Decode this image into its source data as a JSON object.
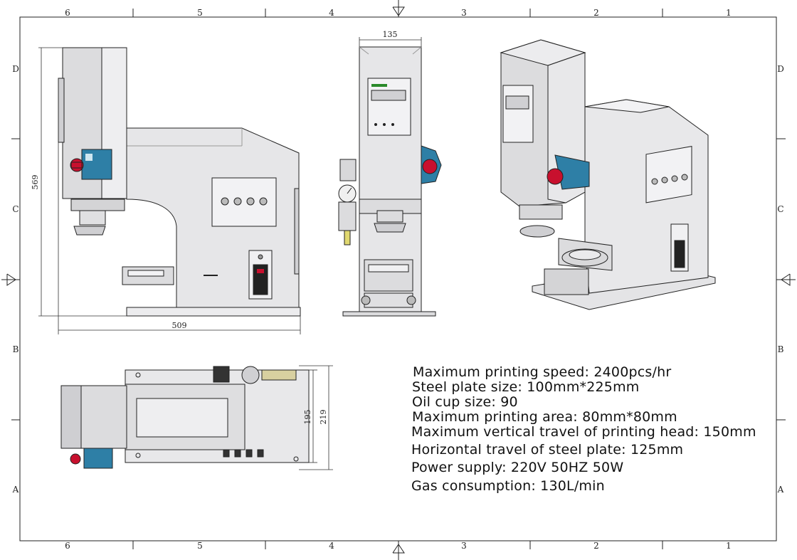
{
  "frame": {
    "col_labels": [
      "6",
      "5",
      "4",
      "3",
      "2",
      "1"
    ],
    "row_labels": [
      "D",
      "C",
      "B",
      "A"
    ]
  },
  "dimensions": {
    "side_height": "569",
    "side_width": "509",
    "front_width": "135",
    "top_depth_inner": "195",
    "top_depth_outer": "219"
  },
  "specs": [
    "Maximum printing speed: 2400pcs/hr",
    "Steel plate size: 100mm*225mm",
    "Oil cup size: 90",
    "Maximum printing area: 80mm*80mm",
    "Maximum vertical travel of printing head: 150mm",
    "Horizontal travel of steel plate: 125mm",
    "Power supply: 220V 50HZ 50W",
    "Gas consumption: 130L/min"
  ],
  "colors": {
    "body": "#e6e6e8",
    "accent": "#2e7fa6",
    "stop": "#c8102e",
    "line": "#222222"
  }
}
